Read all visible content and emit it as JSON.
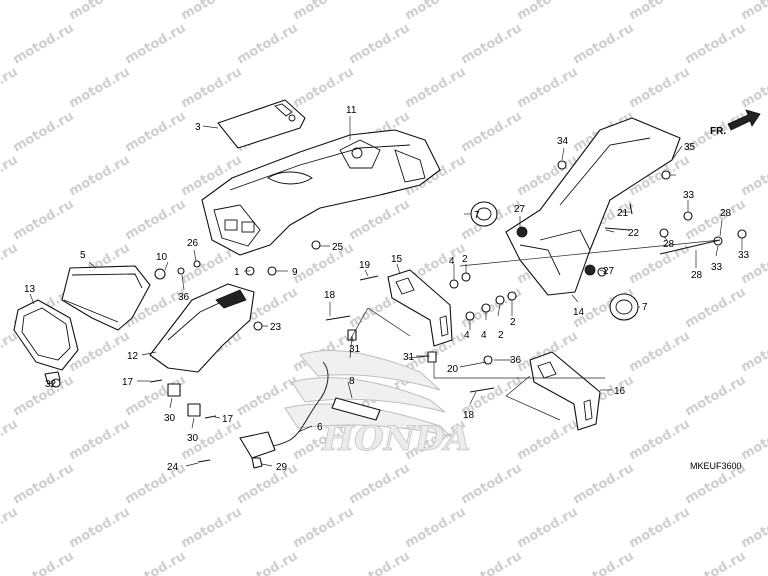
{
  "diagram_code": "MKEUF3600",
  "direction_label": "FR.",
  "watermark_text": "motod.ru",
  "logo_text": "HONDA",
  "callouts": [
    "1",
    "2",
    "3",
    "4",
    "5",
    "6",
    "7",
    "8",
    "9",
    "10",
    "11",
    "12",
    "13",
    "14",
    "15",
    "16",
    "17",
    "18",
    "19",
    "20",
    "21",
    "22",
    "23",
    "24",
    "25",
    "26",
    "27",
    "28",
    "29",
    "30",
    "31",
    "32",
    "33",
    "34",
    "35",
    "36"
  ]
}
